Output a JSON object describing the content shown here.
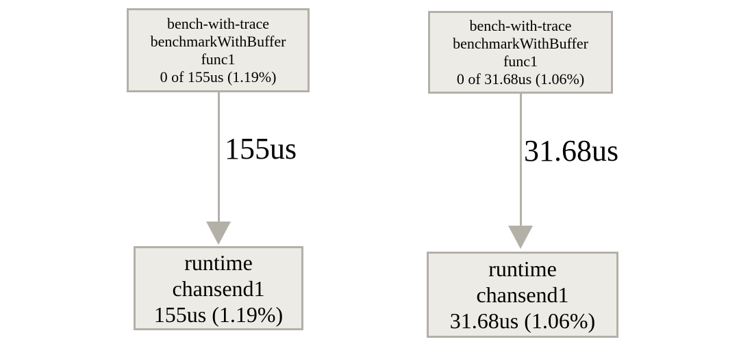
{
  "colors": {
    "background": "#ffffff",
    "node-fill": "#edebe6",
    "node-border": "#b3b0a8",
    "edge": "#b3b0a8",
    "text": "#000000"
  },
  "graphs": [
    {
      "top_node": {
        "lines": [
          "bench-with-trace",
          "benchmarkWithBuffer",
          "func1",
          "0 of 155us (1.19%)"
        ]
      },
      "edge_label": "155us",
      "bottom_node": {
        "lines": [
          "runtime",
          "chansend1",
          "155us (1.19%)"
        ]
      }
    },
    {
      "top_node": {
        "lines": [
          "bench-with-trace",
          "benchmarkWithBuffer",
          "func1",
          "0 of 31.68us (1.06%)"
        ]
      },
      "edge_label": "31.68us",
      "bottom_node": {
        "lines": [
          "runtime",
          "chansend1",
          "31.68us (1.06%)"
        ]
      }
    }
  ]
}
